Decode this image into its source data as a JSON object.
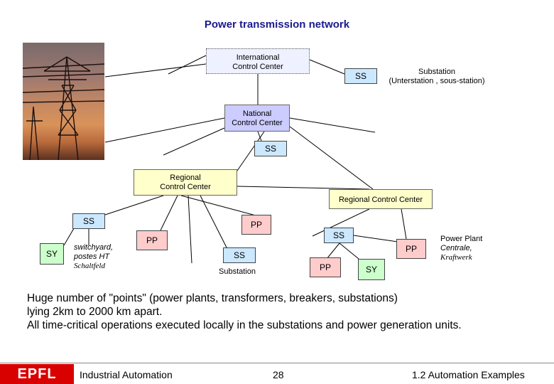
{
  "title": "Power transmission network",
  "nodes": {
    "international_cc": {
      "line1": "International",
      "line2": "Control Center"
    },
    "national_cc": {
      "line1": "National",
      "line2": "Control Center"
    },
    "regional_cc_left": {
      "line1": "Regional",
      "line2": "Control Center"
    },
    "regional_cc_right": "Regional Control Center",
    "ss_top": "SS",
    "ss_national": "SS",
    "ss_left": "SS",
    "ss_center": "SS",
    "ss_right": "SS",
    "pp_top": "PP",
    "pp_left": "PP",
    "pp_center": "PP",
    "pp_right": "PP",
    "sy_left": "SY",
    "sy_right": "SY"
  },
  "labels": {
    "substation_top": {
      "line1": "Substation",
      "line2": "(Unterstation   , sous-station)"
    },
    "switchyard": {
      "line1": "switchyard,",
      "line2": "postes HT",
      "line3": "Schaltfeld"
    },
    "substation_bottom": "Substation",
    "power_plant": {
      "line1": "Power Plant",
      "line2": "Centrale,",
      "line3": "Kraftwerk"
    }
  },
  "body": {
    "line1": "Huge number of \"points\" (power plants, transformers, breakers, substations)",
    "line2": "lying 2km to 2000 km apart.",
    "line3": "All time-critical operations executed locally in the substations and power generation units."
  },
  "footer": {
    "logo": "EPFL",
    "course": "Industrial Automation",
    "page": "28",
    "section": "1.2 Automation Examples"
  },
  "colors": {
    "title": "#1a1a8c",
    "ss_fill": "#cce8ff",
    "pp_fill": "#ffcccc",
    "sy_fill": "#ccffcc",
    "regional_fill": "#ffffcc",
    "national_fill": "#ccccff",
    "logo": "#d90000"
  }
}
